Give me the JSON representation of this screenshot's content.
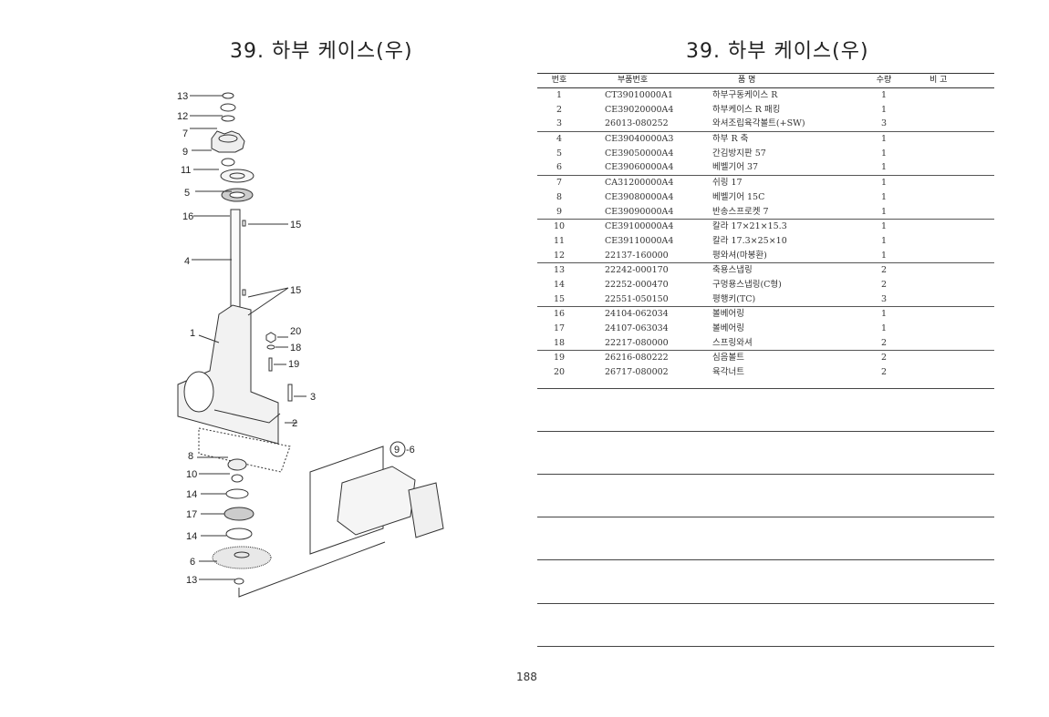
{
  "left_title": "39. 하부 케이스(우)",
  "right_title": "39. 하부 케이스(우)",
  "table": {
    "headers": {
      "no": "번호",
      "part_no": "부품번호",
      "name": "품 명",
      "qty": "수량",
      "remarks": "비 고"
    },
    "rows": [
      {
        "no": "1",
        "part_no": "CT39010000A1",
        "name": "하부구동케이스 R",
        "qty": "1"
      },
      {
        "no": "2",
        "part_no": "CE39020000A4",
        "name": "하부케이스 R 패킹",
        "qty": "1"
      },
      {
        "no": "3",
        "part_no": "26013-080252",
        "name": "와셔조립육각볼트(+SW)",
        "qty": "3"
      },
      {
        "no": "4",
        "part_no": "CE39040000A3",
        "name": "하부 R 축",
        "qty": "1"
      },
      {
        "no": "5",
        "part_no": "CE39050000A4",
        "name": "간김방지판 57",
        "qty": "1"
      },
      {
        "no": "6",
        "part_no": "CE39060000A4",
        "name": "베벨기어 37",
        "qty": "1"
      },
      {
        "no": "7",
        "part_no": "CA31200000A4",
        "name": "쉬링 17",
        "qty": "1"
      },
      {
        "no": "8",
        "part_no": "CE39080000A4",
        "name": "베벨기어 15C",
        "qty": "1"
      },
      {
        "no": "9",
        "part_no": "CE39090000A4",
        "name": "반송스프로켓 7",
        "qty": "1"
      },
      {
        "no": "10",
        "part_no": "CE39100000A4",
        "name": "칼라 17×21×15.3",
        "qty": "1"
      },
      {
        "no": "11",
        "part_no": "CE39110000A4",
        "name": "칼라 17.3×25×10",
        "qty": "1"
      },
      {
        "no": "12",
        "part_no": "22137-160000",
        "name": "평와셔(마봉환)",
        "qty": "1"
      },
      {
        "no": "13",
        "part_no": "22242-000170",
        "name": "축용스냅링",
        "qty": "2"
      },
      {
        "no": "14",
        "part_no": "22252-000470",
        "name": "구멍용스냅링(C형)",
        "qty": "2"
      },
      {
        "no": "15",
        "part_no": "22551-050150",
        "name": "평행키(TC)",
        "qty": "3"
      },
      {
        "no": "16",
        "part_no": "24104-062034",
        "name": "볼베어링",
        "qty": "1"
      },
      {
        "no": "17",
        "part_no": "24107-063034",
        "name": "볼베어링",
        "qty": "1"
      },
      {
        "no": "18",
        "part_no": "22217-080000",
        "name": "스프링와셔",
        "qty": "2"
      },
      {
        "no": "19",
        "part_no": "26216-080222",
        "name": "심음볼트",
        "qty": "2"
      },
      {
        "no": "20",
        "part_no": "26717-080002",
        "name": "육각너트",
        "qty": "2"
      }
    ]
  },
  "diagram_callouts": [
    "13",
    "12",
    "7",
    "9",
    "11",
    "5",
    "16",
    "15",
    "4",
    "15",
    "1",
    "20",
    "18",
    "19",
    "3",
    "2",
    "8",
    "10",
    "14",
    "17",
    "14",
    "6",
    "13",
    "9",
    "-6"
  ],
  "page_number": "188"
}
